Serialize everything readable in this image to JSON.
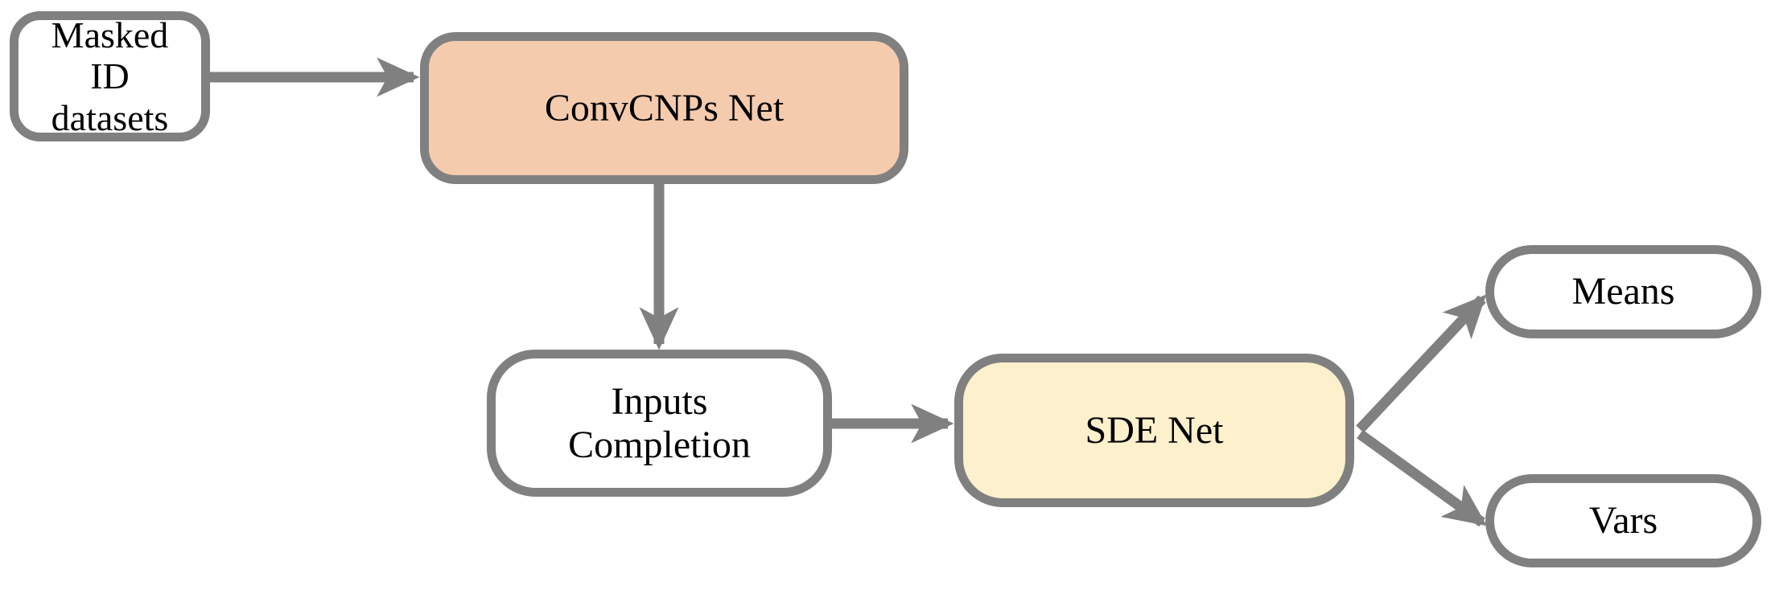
{
  "diagram": {
    "title": "ConvCNPs + SDE Net pipeline flowchart",
    "colors": {
      "stroke": "#808080",
      "text": "#000000",
      "background": "#ffffff",
      "convcnps_fill": "#f5cbae",
      "sde_fill": "#fdf0cc",
      "plain_fill": "#ffffff"
    },
    "nodes": [
      {
        "id": "masked-id-datasets",
        "label": "Masked\nID\ndatasets",
        "fill": "#ffffff"
      },
      {
        "id": "convcnps-net",
        "label": "ConvCNPs Net",
        "fill": "#f5cbae"
      },
      {
        "id": "inputs-completion",
        "label": "Inputs\nCompletion",
        "fill": "#ffffff"
      },
      {
        "id": "sde-net",
        "label": "SDE Net",
        "fill": "#fdf0cc"
      },
      {
        "id": "means",
        "label": "Means",
        "fill": "#ffffff"
      },
      {
        "id": "vars",
        "label": "Vars",
        "fill": "#ffffff"
      }
    ],
    "edges": [
      {
        "id": "edge-datasets-to-convcnps",
        "from": "masked-id-datasets",
        "to": "convcnps-net",
        "direction": "right",
        "label": ""
      },
      {
        "id": "edge-convcnps-to-inputs",
        "from": "convcnps-net",
        "to": "inputs-completion",
        "direction": "down",
        "label": ""
      },
      {
        "id": "edge-inputs-to-sde",
        "from": "inputs-completion",
        "to": "sde-net",
        "direction": "right",
        "label": ""
      },
      {
        "id": "edge-sde-to-means",
        "from": "sde-net",
        "to": "means",
        "direction": "up-right",
        "label": ""
      },
      {
        "id": "edge-sde-to-vars",
        "from": "sde-net",
        "to": "vars",
        "direction": "down-right",
        "label": ""
      }
    ]
  }
}
